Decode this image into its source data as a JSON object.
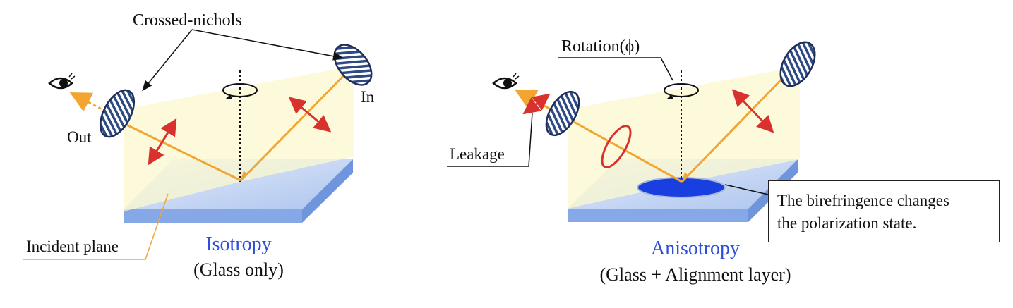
{
  "left_panel": {
    "label_crossed_nichols": "Crossed-nichols",
    "label_out": "Out",
    "label_in": "In",
    "label_incident_plane": "Incident plane",
    "title": "Isotropy",
    "subtitle": "(Glass only)"
  },
  "right_panel": {
    "label_rotation": "Rotation(ϕ)",
    "label_leakage": "Leakage",
    "callout_line1": "The birefringence changes",
    "callout_line2": "the polarization state.",
    "title": "Anisotropy",
    "subtitle": "(Glass + Alignment layer)"
  },
  "colors": {
    "beam": "#f2a531",
    "polarization_arrow": "#d9322e",
    "plane_fill": "#fbf8cf",
    "glass_top": "#a9c3ee",
    "glass_side": "#6f95dc",
    "alignment_layer": "#1a3fe0",
    "title_blue": "#2f4fd8"
  },
  "icons": [
    "eye-icon",
    "polarizer-icon",
    "rotation-arrow-icon"
  ]
}
